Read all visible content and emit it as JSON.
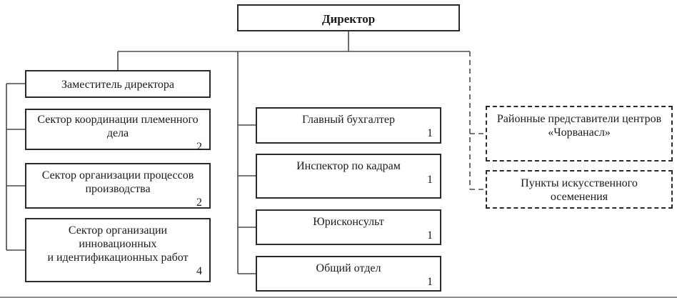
{
  "colors": {
    "background": "#ffffff",
    "box_border": "#2b2b2b",
    "connector_line": "#4a4a4a",
    "text": "#1a1a1a"
  },
  "nodes": {
    "director": {
      "lines": [
        "Директор"
      ]
    },
    "left": [
      {
        "lines": [
          "Заместитель директора"
        ]
      },
      {
        "lines": [
          "Сектор координации племенного",
          "дела"
        ],
        "count": "2"
      },
      {
        "lines": [
          "Сектор организации процессов",
          "производства"
        ],
        "count": "2"
      },
      {
        "lines": [
          "Сектор организации",
          "инновационных",
          "и идентификационных работ"
        ],
        "count": "4"
      }
    ],
    "middle": [
      {
        "lines": [
          "Главный бухгалтер"
        ],
        "count": "1"
      },
      {
        "lines": [
          "Инспектор по кадрам"
        ],
        "count": "1"
      },
      {
        "lines": [
          "Юрисконсульт"
        ],
        "count": "1"
      },
      {
        "lines": [
          "Общий отдел"
        ],
        "count": "1"
      }
    ],
    "right": [
      {
        "lines": [
          "Районные представители центров",
          "«Чорванасл»"
        ]
      },
      {
        "lines": [
          "Пункты искусственного",
          "осеменения"
        ]
      }
    ]
  }
}
